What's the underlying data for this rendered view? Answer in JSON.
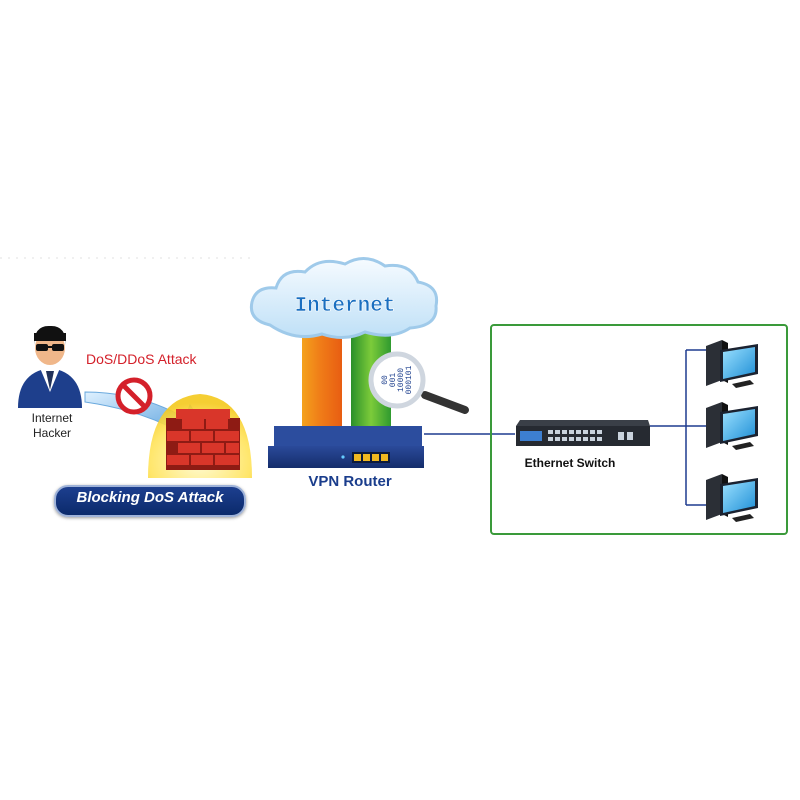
{
  "hacker": {
    "label_line1": "Internet",
    "label_line2": "Hacker"
  },
  "attack": {
    "label": "DoS/DDoS Attack"
  },
  "firewall": {
    "badge": "Blocking DoS Attack"
  },
  "cloud": {
    "label": "Internet"
  },
  "router": {
    "label": "VPN Router"
  },
  "switch": {
    "label": "Ethernet Switch"
  },
  "magnifier": {
    "binary_lines": [
      "00",
      "001",
      "10000",
      "000101"
    ]
  },
  "colors": {
    "router_blue": "#1a3d8c",
    "attack_red": "#d4202a",
    "lan_border": "#3a9a3a",
    "line_blue": "#1f3c8f"
  }
}
